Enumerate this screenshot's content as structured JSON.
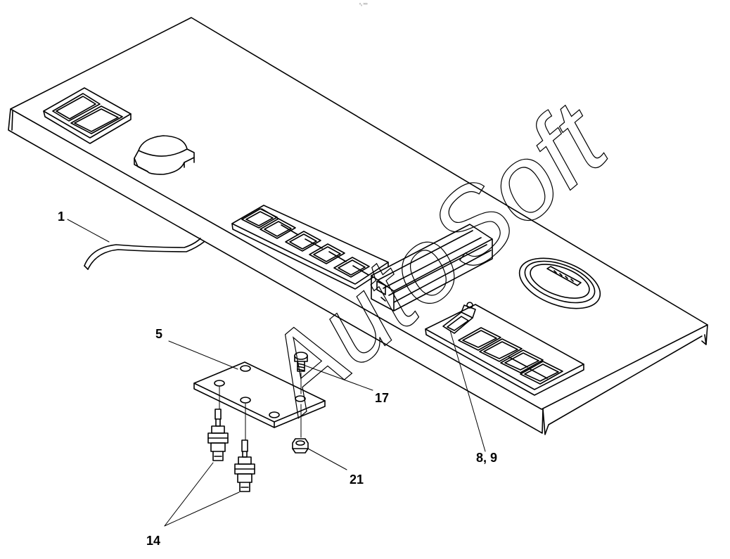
{
  "diagram": {
    "header_mark": "⁰₀ ⁰⁰⁰",
    "watermark": "AutoSoft",
    "callouts": [
      {
        "id": "c1",
        "label": "1"
      },
      {
        "id": "c5",
        "label": "5"
      },
      {
        "id": "c17",
        "label": "17"
      },
      {
        "id": "c8",
        "label": "8, 9"
      },
      {
        "id": "c21",
        "label": "21"
      },
      {
        "id": "c14",
        "label": "14"
      }
    ]
  }
}
